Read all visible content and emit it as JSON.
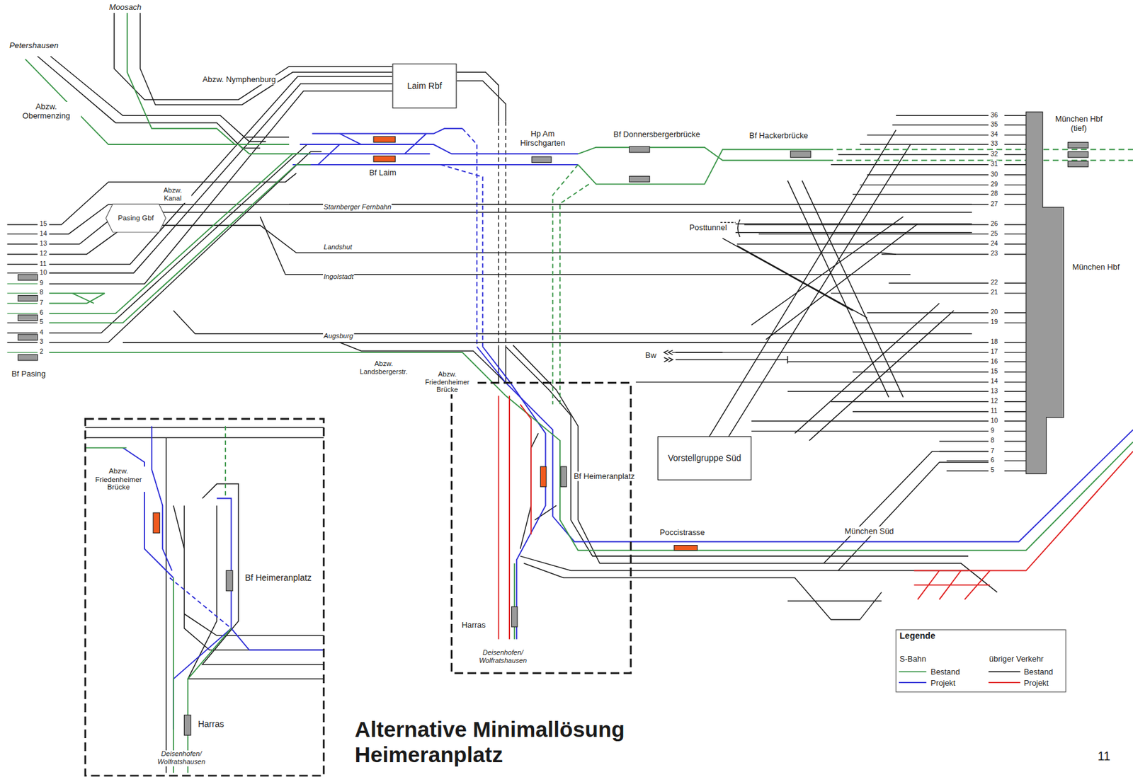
{
  "diagram": {
    "title": "Alternative Minimallösung Heimeranplatz",
    "nodes": [
      {
        "text": [
          "Laim Rbf"
        ]
      },
      {
        "text": [
          "Pasing Gbf"
        ]
      },
      {
        "text": [
          "Vorstellgruppe Süd"
        ]
      }
    ],
    "labels": [
      "Moosach",
      "Petershausen",
      "Abzw. Obermenzing",
      "Abzw. Nymphenburg",
      "Abzw. Kanal",
      "Hp Am Hirschgarten",
      "Bf Laim",
      "Bf Donnersbergerbrücke",
      "Bf Hackerbrücke",
      "München Hbf (tief)",
      "München Hbf",
      "Starnberger Fernbahn",
      "Landshut",
      "Ingolstadt",
      "Augsburg",
      "Posttunnel",
      "Bw",
      "Abzw. Landsbergerstr.",
      "Abzw. Friedenheimer Brücke",
      "Bf Heimeranplatz",
      "Poccistrasse",
      "München Süd",
      "Harras",
      "Deisenhofen/ Wolfratshausen",
      "Bf Pasing",
      "Abzw. Friedenheimer Brücke",
      "Bf Heimeranplatz",
      "Harras",
      "Deisenhofen/ Wolfratshausen",
      "Legende",
      "S-Bahn",
      "übriger Verkehr",
      "11",
      "15",
      "14",
      "13",
      "12",
      "11",
      "10",
      "9",
      "8",
      "7",
      "6",
      "5",
      "4",
      "3",
      "2",
      "36",
      "35",
      "34",
      "33",
      "32",
      "31",
      "30",
      "29",
      "28",
      "27",
      "26",
      "25",
      "24",
      "23",
      "22",
      "21",
      "20",
      "19",
      "18",
      "17",
      "16",
      "15",
      "14",
      "13",
      "12",
      "11",
      "10",
      "9",
      "8",
      "7",
      "6",
      "5"
    ],
    "legend": [
      {
        "text": "Bestand"
      },
      {
        "text": "Projekt"
      },
      {
        "text": "Bestand"
      },
      {
        "text": "Projekt"
      }
    ]
  }
}
